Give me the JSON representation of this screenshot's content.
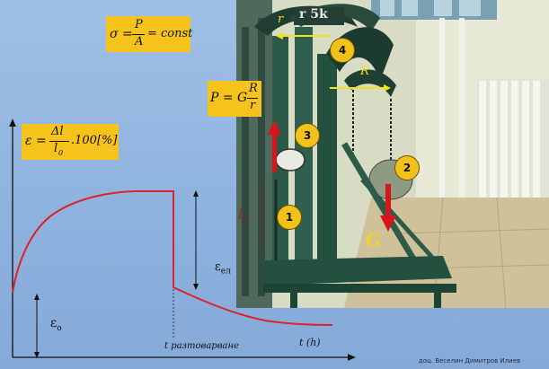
{
  "formulas": {
    "sigma": {
      "lhs": "σ =",
      "num": "P",
      "den": "A",
      "rhs": "= const"
    },
    "strain": {
      "lhs": "ε =",
      "num": "Δl",
      "den": "l",
      "den_sub": "0",
      "rhs": ".100[%]"
    },
    "force": {
      "lhs": "P = G",
      "num": "R",
      "den": "r"
    }
  },
  "graph": {
    "eps_total_label": "ε",
    "eps_total_sub": "ел",
    "eps0_label": "ε",
    "eps0_sub": "o",
    "unload_label": "t разтоварване",
    "time_axis_label": "t (h)"
  },
  "photo": {
    "markers": [
      "1",
      "2",
      "3",
      "4"
    ],
    "r_label": "r",
    "R_label": "R",
    "G_label": "G",
    "l0_label": "l",
    "l0_sub": "o",
    "sign_text": "r 5k"
  },
  "author": "доц. Веселин Димитров Илиев",
  "colors": {
    "background": "#93b7e1",
    "formula_box": "#f6c21c",
    "curve": "#e0202a",
    "force_arrow": "#d8141c",
    "marker": "#f2c21b",
    "dimension_arrow": "#f4e21a"
  }
}
